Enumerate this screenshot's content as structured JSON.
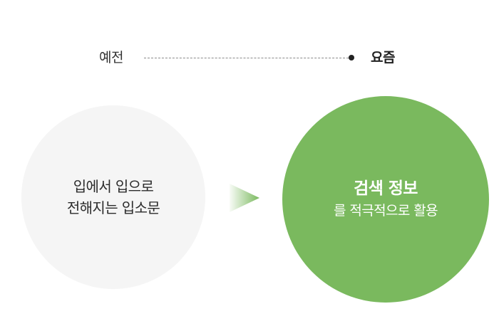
{
  "timeline": {
    "before_label": "예전",
    "now_label": "요즘"
  },
  "left_circle": {
    "lines": [
      "입에서 입으로",
      "전해지는 입소문"
    ]
  },
  "right_circle": {
    "title": "검색 정보",
    "subtitle": "를 적극적으로 활용"
  },
  "colors": {
    "green": "#7ab95e",
    "light_gray": "#f5f5f5",
    "text_dark": "#222222"
  }
}
